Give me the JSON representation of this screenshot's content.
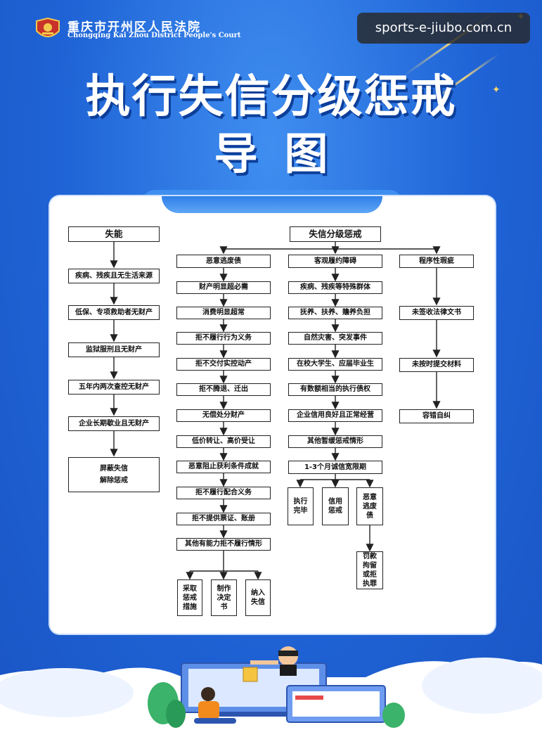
{
  "header": {
    "court_name_cn": "重庆市开州区人民法院",
    "court_name_en": "Chongqing Kai Zhou District People's Court"
  },
  "watermark": "sports-e-jiubo.com.cn",
  "title": {
    "line1": "执行失信分级惩戒",
    "line2": "导图"
  },
  "flow": {
    "shineng": {
      "header": "失能",
      "items": [
        "疾病、残疾且无生活来源",
        "低保、专项救助者无财产",
        "监狱服刑且无财产",
        "五年内两次查控无财产",
        "企业长期歇业且无财产"
      ],
      "result": "屏蔽失信\n解除惩戒"
    },
    "center_header": "失信分级惩戒",
    "eyi": {
      "header": "恶意逃废债",
      "items": [
        "财产明显超必需",
        "消费明显超常",
        "拒不履行行为义务",
        "拒不交付实控动产",
        "拒不腾退、迁出",
        "无偿处分财产",
        "低价转让、高价受让",
        "恶意阻止获利条件成就",
        "拒不履行配合义务",
        "拒不提供票证、账册",
        "其他有能力拒不履行情形"
      ],
      "outcomes": [
        "采取惩戒措施",
        "制作决定书",
        "纳入失信"
      ]
    },
    "keguan": {
      "header": "客观履约障碍",
      "items": [
        "疾病、残疾等特殊群体",
        "抚养、扶养、赡养负担",
        "自然灾害、突发事件",
        "在校大学生、应届毕业生",
        "有数额相当的执行债权",
        "企业信用良好且正常经营",
        "其他暂缓惩戒情形",
        "1-3个月诚信宽限期"
      ],
      "outcomes": [
        "执行完毕",
        "信用惩戒",
        "恶意逃废债"
      ],
      "final": "罚款拘留或拒执罪"
    },
    "chengxu": {
      "header": "程序性瑕疵",
      "items": [
        "未签收法律文书",
        "未按时提交材料",
        "容错自纠"
      ]
    }
  },
  "colors": {
    "background": "#1f63d6",
    "card": "#ffffff",
    "box_border": "#222222"
  }
}
